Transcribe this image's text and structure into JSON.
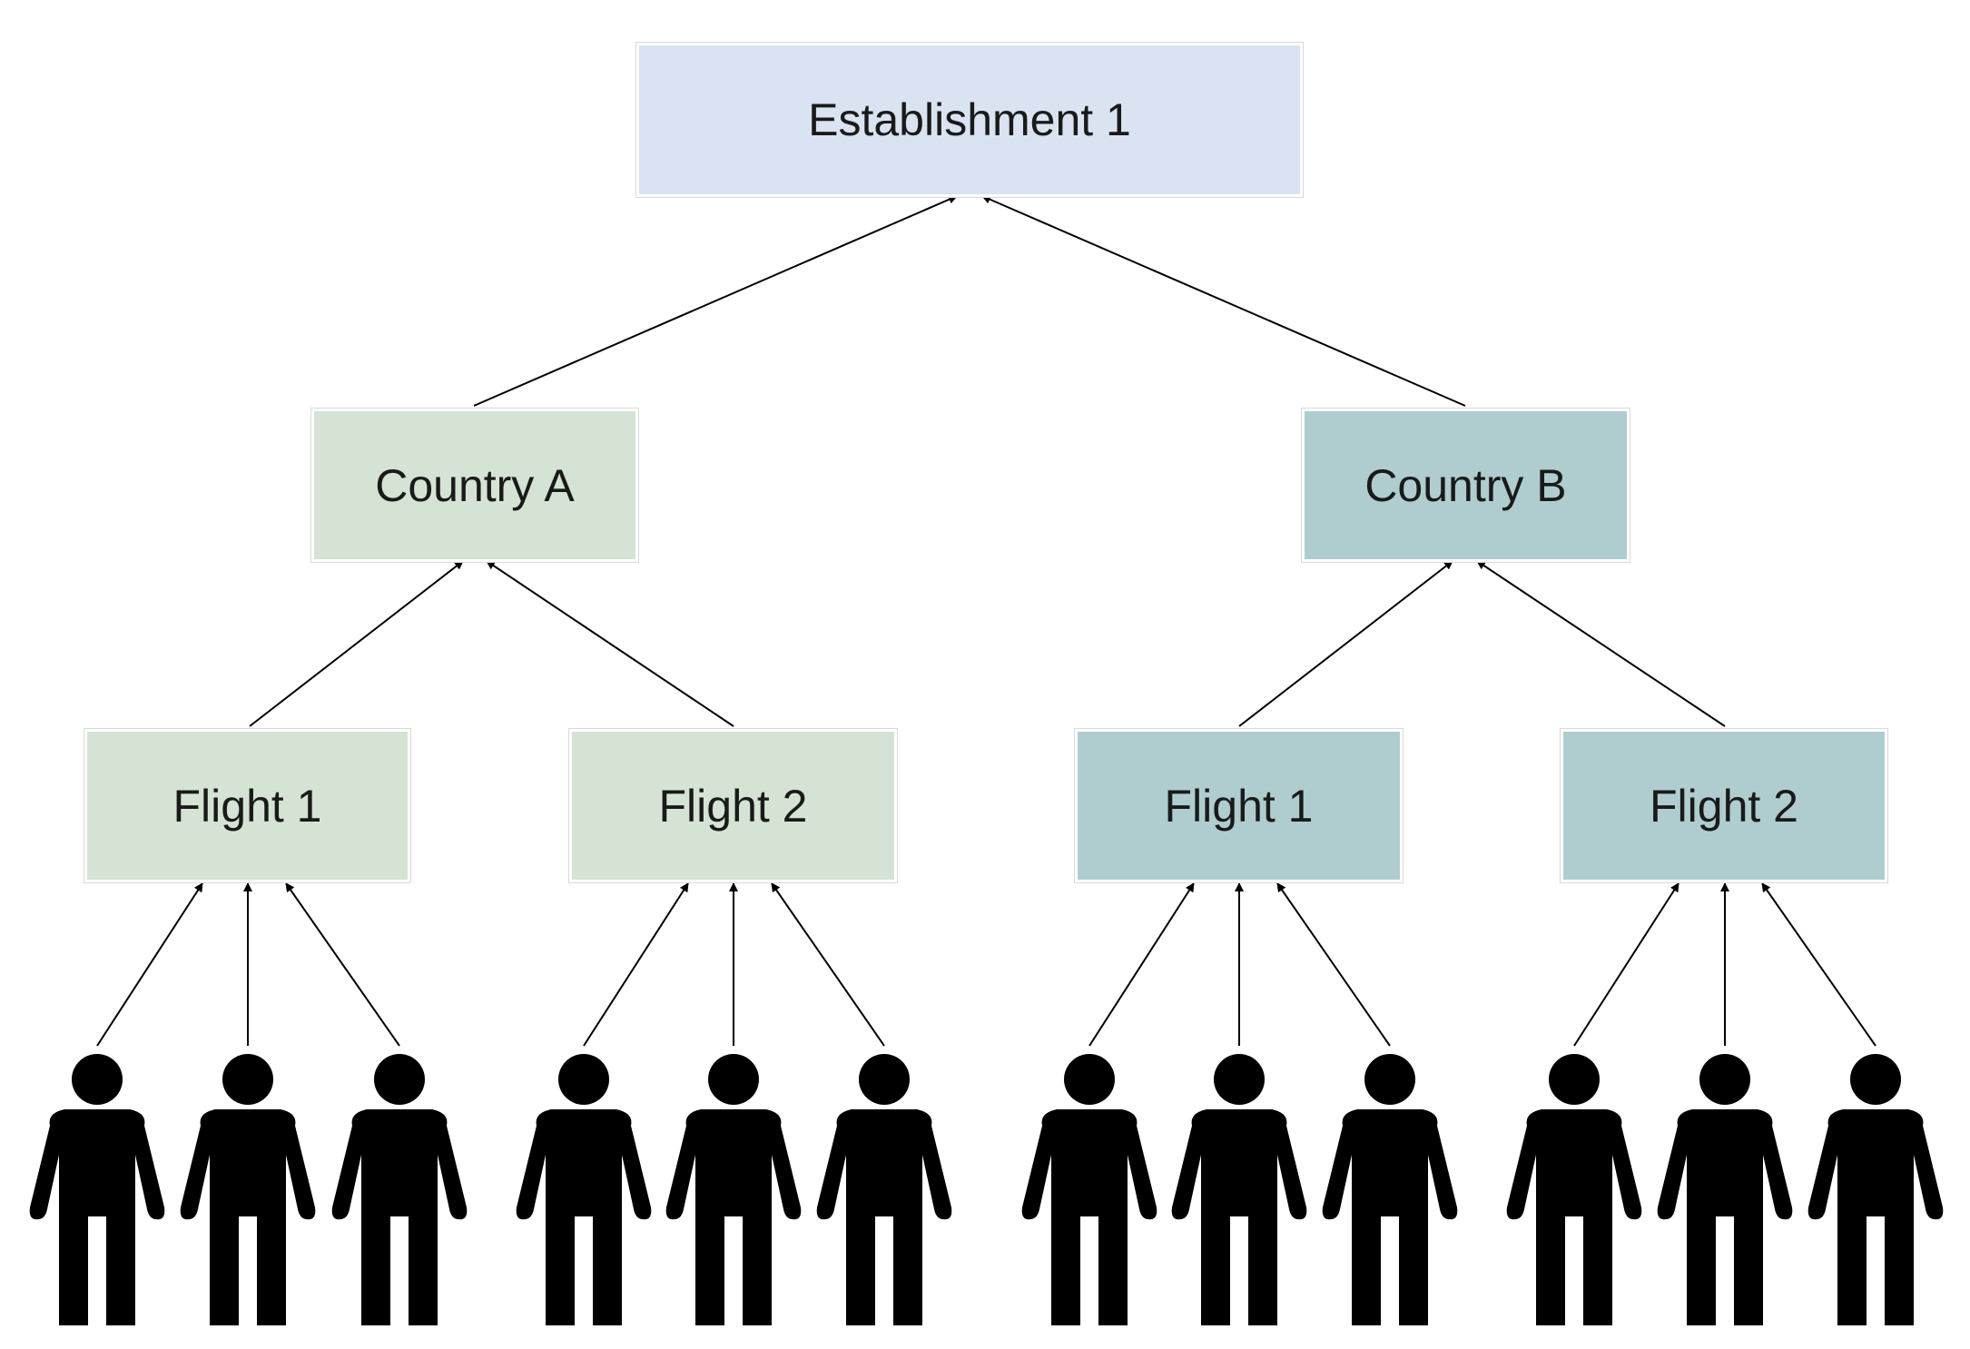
{
  "colors": {
    "establishment": "#dae3f1",
    "country_a": "#d5e3d4",
    "country_b": "#afcdcf",
    "arrow": "#000000",
    "person": "#000000"
  },
  "establishment": {
    "label": "Establishment 1"
  },
  "countries": [
    {
      "label": "Country A"
    },
    {
      "label": "Country B"
    }
  ],
  "flights": [
    {
      "label": "Flight 1",
      "country": "Country A"
    },
    {
      "label": "Flight 2",
      "country": "Country A"
    },
    {
      "label": "Flight 1",
      "country": "Country B"
    },
    {
      "label": "Flight 2",
      "country": "Country B"
    }
  ],
  "people_per_flight": 3,
  "person_icon": "person-icon"
}
